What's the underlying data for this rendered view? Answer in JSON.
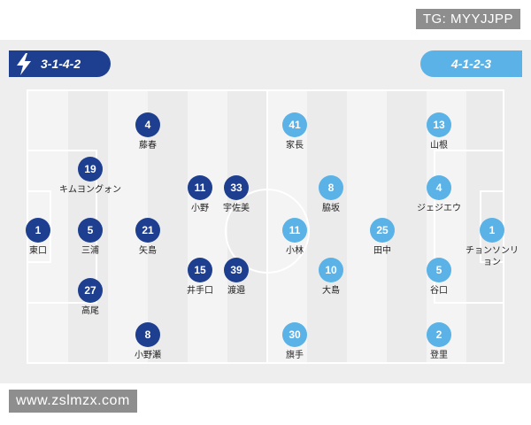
{
  "watermarks": {
    "top": "TG: MYYJJPP",
    "bottom": "www.zslmzx.com"
  },
  "home": {
    "formation": "3-1-4-2",
    "color": "#1e3f8f",
    "players": [
      {
        "number": "1",
        "name": "東口"
      },
      {
        "number": "19",
        "name": "キムヨングォン"
      },
      {
        "number": "5",
        "name": "三浦"
      },
      {
        "number": "27",
        "name": "高尾"
      },
      {
        "number": "4",
        "name": "藤春"
      },
      {
        "number": "21",
        "name": "矢島"
      },
      {
        "number": "8",
        "name": "小野瀬"
      },
      {
        "number": "11",
        "name": "小野"
      },
      {
        "number": "15",
        "name": "井手口"
      },
      {
        "number": "33",
        "name": "宇佐美"
      },
      {
        "number": "39",
        "name": "渡邉"
      }
    ]
  },
  "away": {
    "formation": "4-1-2-3",
    "color": "#5ab2e6",
    "players": [
      {
        "number": "41",
        "name": "家長"
      },
      {
        "number": "11",
        "name": "小林"
      },
      {
        "number": "30",
        "name": "旗手"
      },
      {
        "number": "8",
        "name": "脇坂"
      },
      {
        "number": "10",
        "name": "大島"
      },
      {
        "number": "25",
        "name": "田中"
      },
      {
        "number": "13",
        "name": "山根"
      },
      {
        "number": "4",
        "name": "ジェジエウ"
      },
      {
        "number": "5",
        "name": "谷口"
      },
      {
        "number": "2",
        "name": "登里"
      },
      {
        "number": "1",
        "name": "チョンソンリョン"
      }
    ]
  }
}
